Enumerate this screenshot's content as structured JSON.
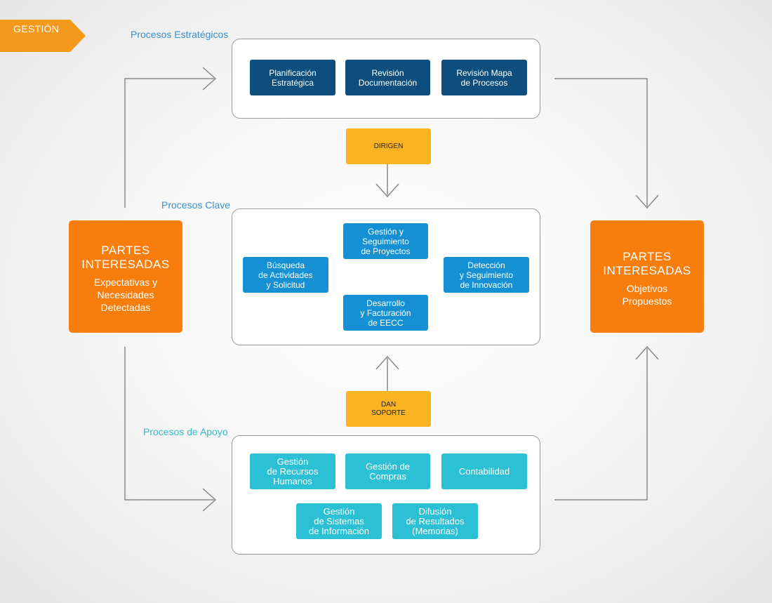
{
  "tag": {
    "label": "GESTIÓN"
  },
  "estrategicos": {
    "label": "Procesos Estratégicos",
    "items": [
      "Planificación\nEstratégica",
      "Revisión\nDocumentación",
      "Revisión Mapa\nde Procesos"
    ]
  },
  "dirigen": {
    "label": "DIRIGEN"
  },
  "clave": {
    "label": "Procesos Clave",
    "items": [
      "Gestión y\nSeguimiento\nde Proyectos",
      "Búsqueda\nde Actividades\ny Solicitud",
      "Detección\ny Seguimiento\nde Innovación",
      "Desarrollo\ny Facturación\nde EECC"
    ]
  },
  "soporte": {
    "label": "DAN\nSOPORTE"
  },
  "apoyo": {
    "label": "Procesos de Apoyo",
    "items": [
      "Gestión\nde Recursos\nHumanos",
      "Gestión de\nCompras",
      "Contabilidad",
      "Gestión\nde Sistemas\nde Información",
      "Difusión\nde Resultados\n(Memorias)"
    ]
  },
  "partes_left": {
    "title": "PARTES\nINTERESADAS",
    "subtitle": "Expectativas y\nNecesidades\nDetectadas"
  },
  "partes_right": {
    "title": "PARTES\nINTERESADAS",
    "subtitle": "Objetivos\nPropuestos"
  },
  "colors": {
    "orange": "#f77e0d",
    "amber": "#fbb324",
    "dark_blue": "#0d4e7c",
    "mid_blue": "#1590d3",
    "cyan": "#2bc0d4",
    "connector": "#8a8a8a"
  }
}
